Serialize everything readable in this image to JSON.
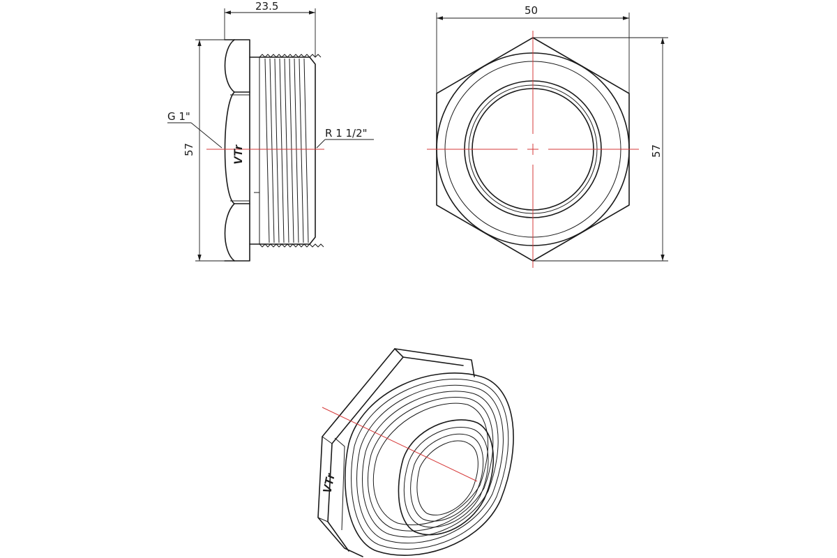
{
  "dimensions": {
    "side_length": "23.5",
    "side_height": "57",
    "front_width": "50",
    "front_height": "57"
  },
  "threads": {
    "inner_thread": "G 1\"",
    "outer_thread": "R 1 1/2\""
  },
  "brand": {
    "logo_text": "VTr"
  },
  "colors": {
    "line": "#1a1a1a",
    "center_axis": "#d63a3a",
    "background": "#ffffff"
  }
}
